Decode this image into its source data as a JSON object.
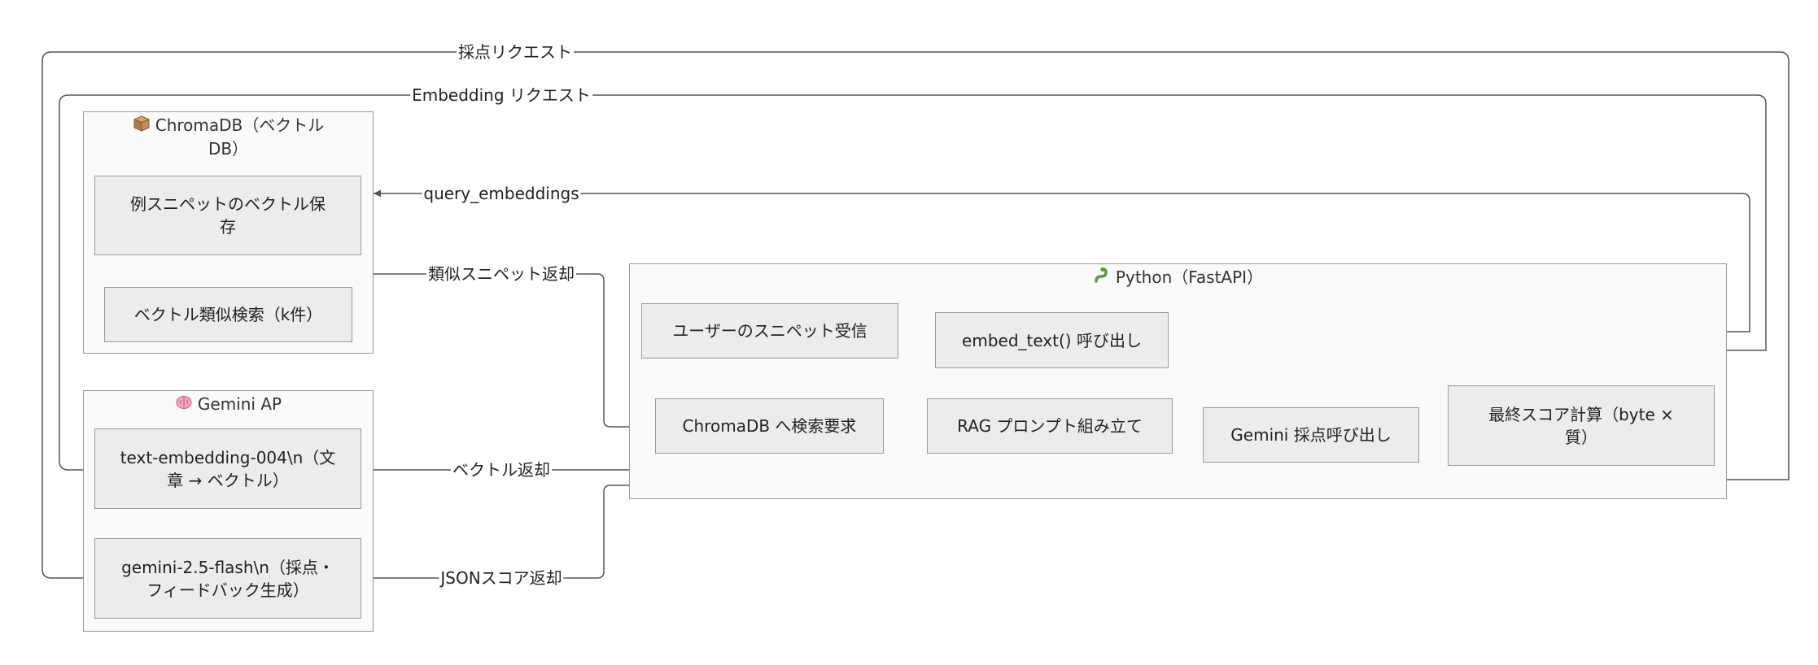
{
  "groups": {
    "chroma": {
      "icon": "package-icon",
      "title_line1": "ChromaDB（ベクトル",
      "title_line2": "DB）"
    },
    "gemini": {
      "icon": "brain-icon",
      "title": "Gemini AP"
    },
    "python": {
      "icon": "snake-icon",
      "title": "Python（FastAPI）"
    }
  },
  "nodes": {
    "vector_store": [
      "例スニペットのベクトル保",
      "存"
    ],
    "vector_search": [
      "ベクトル類似検索（k件）"
    ],
    "text_embedding": [
      "text-embedding-004\\n（文",
      "章 → ベクトル）"
    ],
    "gemini_flash": [
      "gemini-2.5-flash\\n（採点・",
      "フィードバック生成）"
    ],
    "receive_snippet": [
      "ユーザーのスニペット受信"
    ],
    "embed_text": [
      "embed_text() 呼び出し"
    ],
    "chroma_request": [
      "ChromaDB へ検索要求"
    ],
    "rag_prompt": [
      "RAG プロンプト組み立て"
    ],
    "gemini_scoring": [
      "Gemini 採点呼び出し"
    ],
    "final_score": [
      "最終スコア計算（byte ×",
      "質）"
    ]
  },
  "edge_labels": {
    "scoring_request": "採点リクエスト",
    "embedding_request": "Embedding リクエスト",
    "query_embeddings": "query_embeddings",
    "similar_snippets": "類似スニペット返却",
    "vector_return": "ベクトル返却",
    "json_score_return": "JSONスコア返却"
  },
  "colors": {
    "group_fill": "#fafafa",
    "node_fill": "#ececec",
    "border": "#9a9a9a",
    "edge": "#555555"
  }
}
